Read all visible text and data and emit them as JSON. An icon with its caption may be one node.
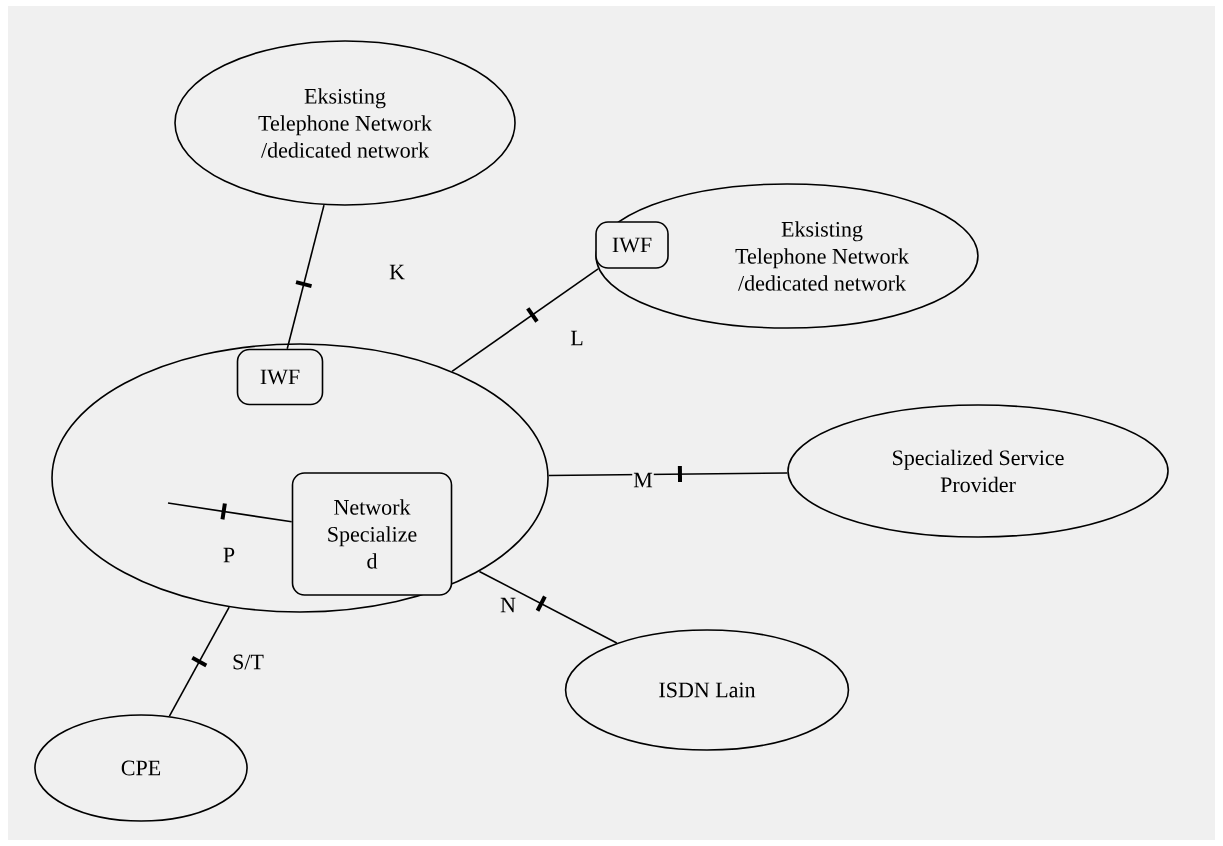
{
  "diagram": {
    "nodes": [
      {
        "text": [
          "Eksisting Telephone Network /dedicated network"
        ]
      },
      {
        "text": [
          "Eksisting Telephone Network /dedicated network"
        ]
      },
      {
        "text": [
          "IWF"
        ],
        "in": 1
      },
      {
        "text": [],
        "shape": "ellipse"
      },
      {
        "text": [
          "IWF"
        ],
        "in": 3
      },
      {
        "text": [
          "Network Specialize d"
        ],
        "in": 3
      },
      {
        "text": [
          "Specialized Service Provider"
        ]
      },
      {
        "text": [
          "ISDN Lain"
        ]
      },
      {
        "text": [
          "CPE"
        ]
      }
    ],
    "edges": [
      {
        "from": 0,
        "to": 4,
        "arrow": "none",
        "label": "K"
      },
      {
        "from": 3,
        "to": 2,
        "arrow": "none",
        "label": "L"
      },
      {
        "from": 3,
        "to": 6,
        "arrow": "none",
        "label": "M"
      },
      {
        "from": null,
        "to": 5,
        "arrow": "none",
        "label": "P"
      },
      {
        "from": 3,
        "to": 7,
        "arrow": "none",
        "label": "N"
      },
      {
        "from": 3,
        "to": 8,
        "arrow": "none",
        "label": "S/T"
      }
    ]
  }
}
